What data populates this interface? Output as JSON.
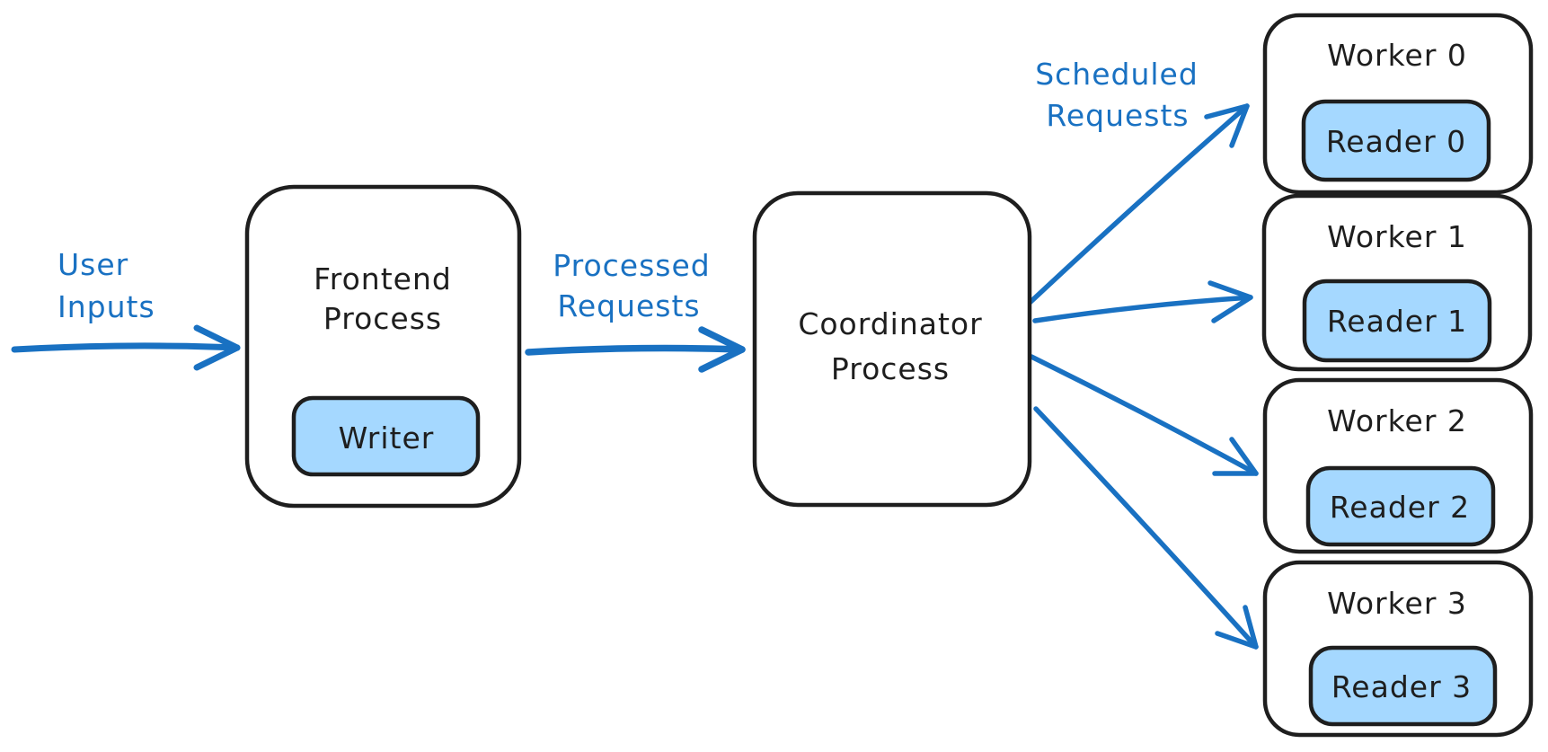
{
  "colors": {
    "stroke_black": "#1e1e1e",
    "accent_blue": "#1971c2",
    "fill_light_blue": "#a5d8ff",
    "background": "#ffffff"
  },
  "labels": {
    "user_inputs": {
      "line1": "User",
      "line2": "Inputs"
    },
    "processed_requests": {
      "line1": "Processed",
      "line2": "Requests"
    },
    "scheduled_requests": {
      "line1": "Scheduled",
      "line2": "Requests"
    }
  },
  "nodes": {
    "frontend": {
      "title_line1": "Frontend",
      "title_line2": "Process",
      "child_label": "Writer"
    },
    "coordinator": {
      "title_line1": "Coordinator",
      "title_line2": "Process"
    },
    "workers": [
      {
        "title": "Worker 0",
        "child_label": "Reader 0"
      },
      {
        "title": "Worker 1",
        "child_label": "Reader 1"
      },
      {
        "title": "Worker 2",
        "child_label": "Reader 2"
      },
      {
        "title": "Worker 3",
        "child_label": "Reader 3"
      }
    ]
  },
  "edges": [
    {
      "from": "user",
      "to": "frontend-process",
      "label": "User Inputs"
    },
    {
      "from": "frontend-process",
      "to": "coordinator-process",
      "label": "Processed Requests"
    },
    {
      "from": "coordinator-process",
      "to": "worker-0",
      "label": "Scheduled Requests"
    },
    {
      "from": "coordinator-process",
      "to": "worker-1",
      "label": "Scheduled Requests"
    },
    {
      "from": "coordinator-process",
      "to": "worker-2",
      "label": "Scheduled Requests"
    },
    {
      "from": "coordinator-process",
      "to": "worker-3",
      "label": "Scheduled Requests"
    }
  ]
}
